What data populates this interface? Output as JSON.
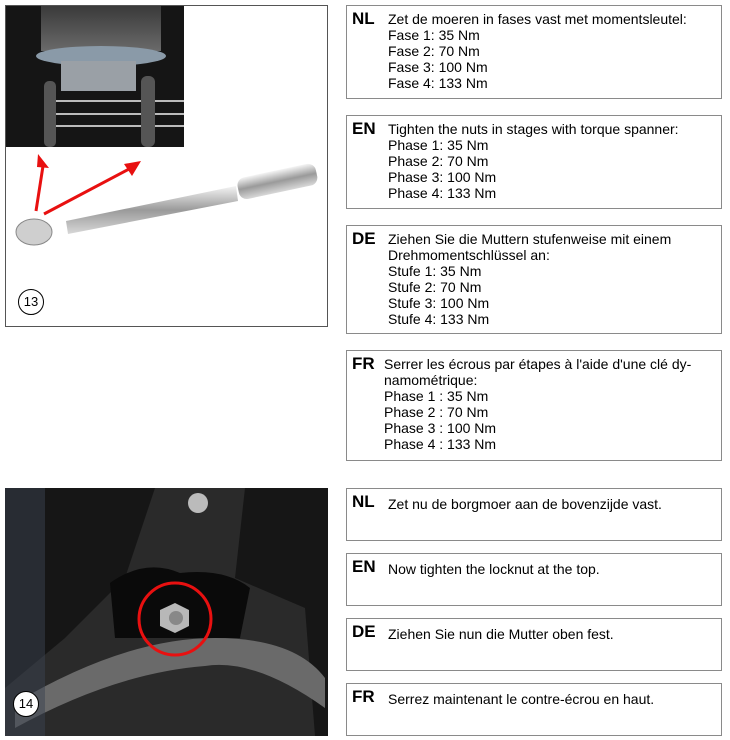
{
  "figure13": {
    "number": "13"
  },
  "figure14": {
    "number": "14"
  },
  "step13": [
    {
      "code": "NL",
      "lines": [
        "Zet de moeren in fases vast met momentsleutel:",
        "Fase 1: 35 Nm",
        "Fase 2: 70 Nm",
        "Fase 3: 100 Nm",
        "Fase 4: 133 Nm"
      ]
    },
    {
      "code": "EN",
      "lines": [
        "Tighten the nuts in stages with torque spanner:",
        "Phase 1: 35 Nm",
        "Phase 2: 70 Nm",
        "Phase 3: 100 Nm",
        "Phase 4: 133 Nm"
      ]
    },
    {
      "code": "DE",
      "lines": [
        "Ziehen Sie die Muttern stufenweise mit einem",
        "Drehmomentschlüssel an:",
        "Stufe 1: 35 Nm",
        "Stufe 2: 70 Nm",
        "Stufe 3: 100 Nm",
        "Stufe 4: 133 Nm"
      ]
    },
    {
      "code": "FR",
      "lines": [
        "Serrer les écrous par étapes à l'aide d'une clé dy-",
        "namométrique:",
        "Phase 1 : 35 Nm",
        "Phase 2 : 70 Nm",
        "Phase 3 : 100 Nm",
        "Phase 4 : 133 Nm"
      ]
    }
  ],
  "step14": [
    {
      "code": "NL",
      "lines": [
        "Zet nu de borgmoer aan de bovenzijde vast."
      ]
    },
    {
      "code": "EN",
      "lines": [
        "Now tighten the locknut at the top."
      ]
    },
    {
      "code": "DE",
      "lines": [
        "Ziehen Sie nun die Mutter oben fest."
      ]
    },
    {
      "code": "FR",
      "lines": [
        "Serrez maintenant le contre-écrou en haut."
      ]
    }
  ],
  "colors": {
    "arrow": "#e81010",
    "border": "#8a8a8a"
  }
}
